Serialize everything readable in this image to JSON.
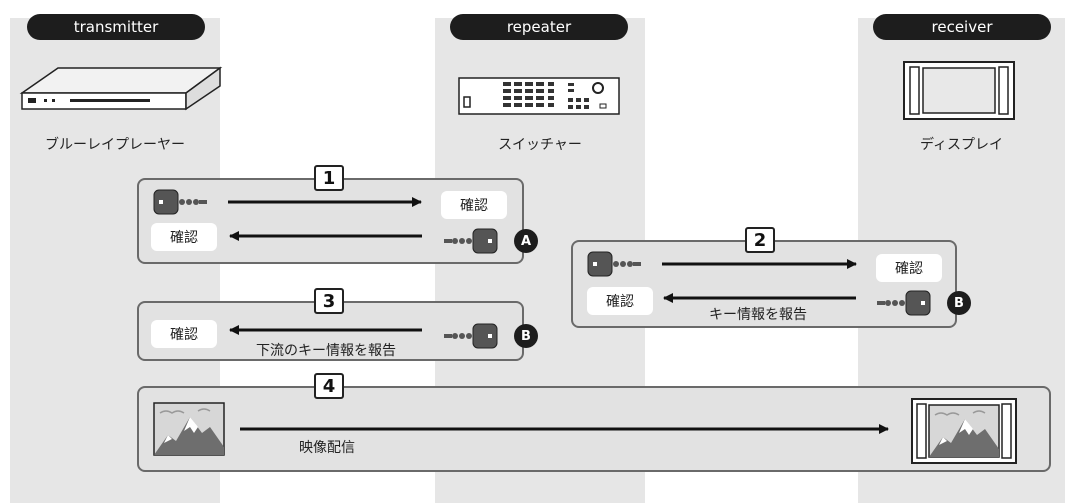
{
  "columns": {
    "transmitter": {
      "header": "transmitter",
      "device_label": "ブルーレイプレーヤー"
    },
    "repeater": {
      "header": "repeater",
      "device_label": "スイッチャー"
    },
    "receiver": {
      "header": "receiver",
      "device_label": "ディスプレイ"
    }
  },
  "steps": [
    {
      "number": "1",
      "confirm_right": "確認",
      "confirm_left": "確認",
      "badge": "A"
    },
    {
      "number": "2",
      "confirm_right": "確認",
      "confirm_left": "確認",
      "badge": "B",
      "message": "キー情報を報告"
    },
    {
      "number": "3",
      "confirm_left": "確認",
      "badge": "B",
      "message": "下流のキー情報を報告"
    },
    {
      "number": "4",
      "message": "映像配信"
    }
  ],
  "icons": [
    "bluray-player-icon",
    "switcher-icon",
    "display-icon",
    "key-icon",
    "mountain-image-icon"
  ]
}
